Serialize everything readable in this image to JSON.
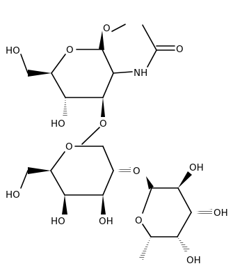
{
  "diagram": {
    "type": "chemical-structure",
    "atom_labels": {
      "o_methoxy": "O",
      "o_ring_top": "O",
      "o_amide": "O",
      "nh": "NH",
      "ho_c6_top": "HO",
      "ho_c4_top": "HO",
      "o_link_1": "O",
      "o_ring_mid": "O",
      "o_link_2": "O",
      "ho_c6_mid": "HO",
      "ho_c4_mid": "HO",
      "oh_c3_mid": "OH",
      "oh_c2_fuc": "OH",
      "oh_c3_fuc": "OH",
      "oh_c4_fuc": "OH",
      "o_ring_fuc": "O"
    }
  }
}
